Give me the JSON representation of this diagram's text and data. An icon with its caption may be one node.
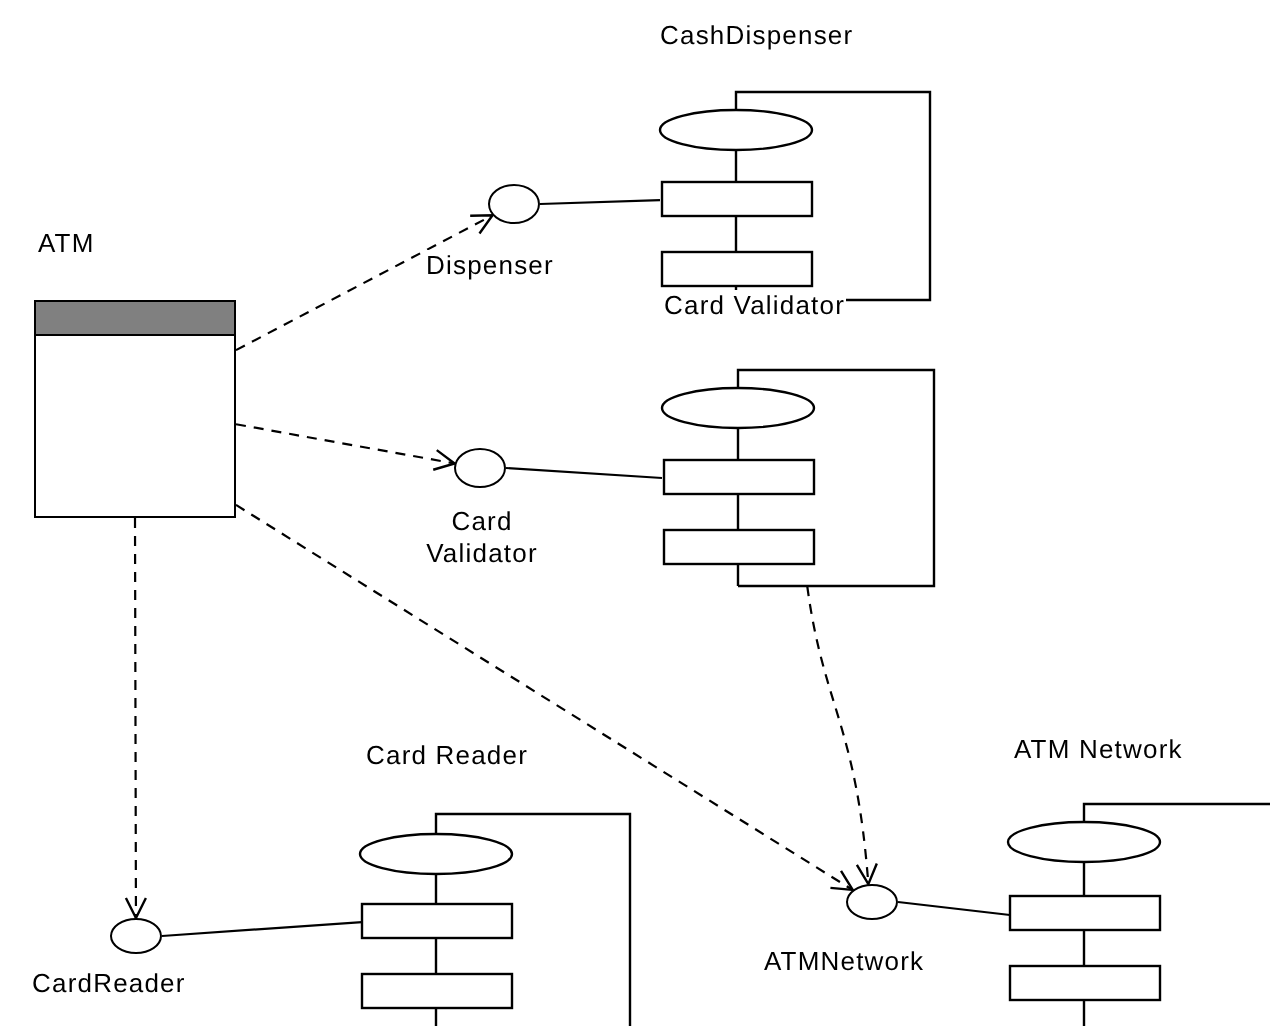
{
  "diagram": {
    "nodes": [
      {
        "text": [
          "ATM"
        ]
      },
      {
        "text": [
          "Dispenser"
        ]
      },
      {
        "text": [
          "CashDispenser"
        ]
      },
      {
        "text": [
          "Card Validator"
        ]
      },
      {
        "text": [
          "Card Validator"
        ]
      },
      {
        "text": [
          "CardReader"
        ]
      },
      {
        "text": [
          "Card Reader"
        ]
      },
      {
        "text": [
          "ATMNetwork"
        ]
      },
      {
        "text": [
          "ATM Network"
        ]
      }
    ],
    "edges": [
      {
        "from": 0,
        "to": 1,
        "arrow": "to",
        "style": "dashed"
      },
      {
        "from": 1,
        "to": 2,
        "arrow": "none"
      },
      {
        "from": 0,
        "to": 3,
        "arrow": "to",
        "style": "dashed"
      },
      {
        "from": 3,
        "to": 4,
        "arrow": "none"
      },
      {
        "from": 0,
        "to": 7,
        "arrow": "to",
        "style": "dashed"
      },
      {
        "from": 4,
        "to": 7,
        "arrow": "to",
        "style": "dashed"
      },
      {
        "from": 0,
        "to": 5,
        "arrow": "to",
        "style": "dashed"
      },
      {
        "from": 5,
        "to": 6,
        "arrow": "none"
      },
      {
        "from": 7,
        "to": 8,
        "arrow": "none"
      }
    ]
  }
}
